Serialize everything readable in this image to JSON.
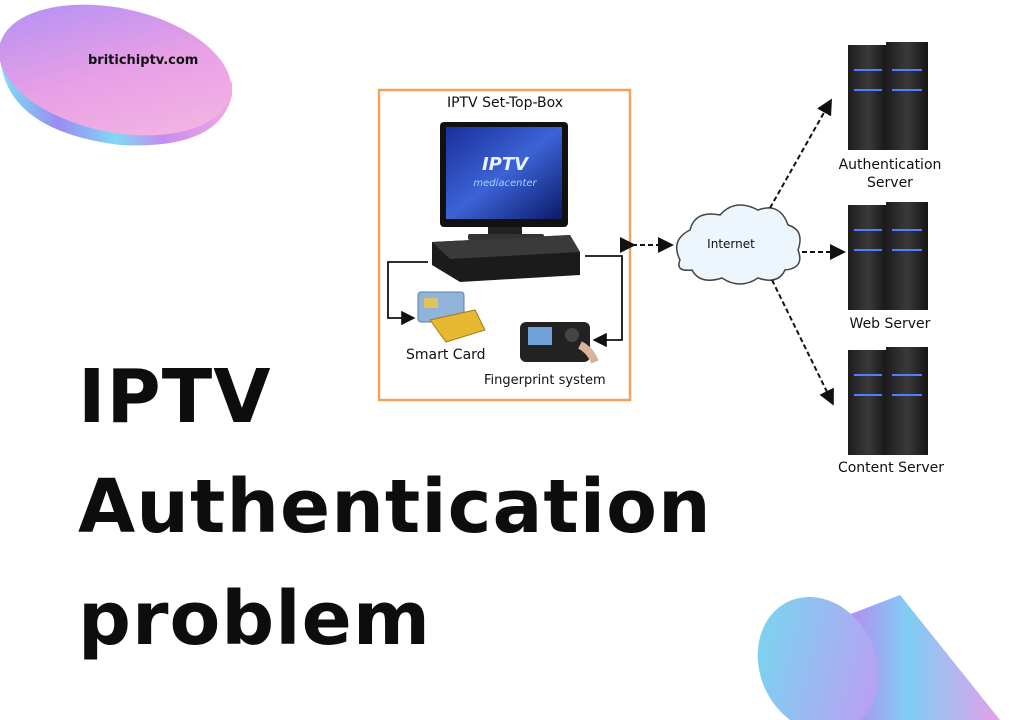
{
  "site": {
    "url": "britichiptv.com"
  },
  "headline": {
    "line1": "IPTV",
    "line2": "Authentication",
    "line3": "problem"
  },
  "diagram": {
    "stb_title": "IPTV Set-Top-Box",
    "smart_card": "Smart Card",
    "fingerprint": "Fingerprint system",
    "internet": "Internet",
    "auth_server_1": "Authentication",
    "auth_server_2": "Server",
    "web_server": "Web Server",
    "content_server": "Content Server",
    "tv_brand_1": "IPTV",
    "tv_brand_2": "mediacenter"
  },
  "colors": {
    "box_border": "#f0a25a",
    "text": "#111111"
  }
}
